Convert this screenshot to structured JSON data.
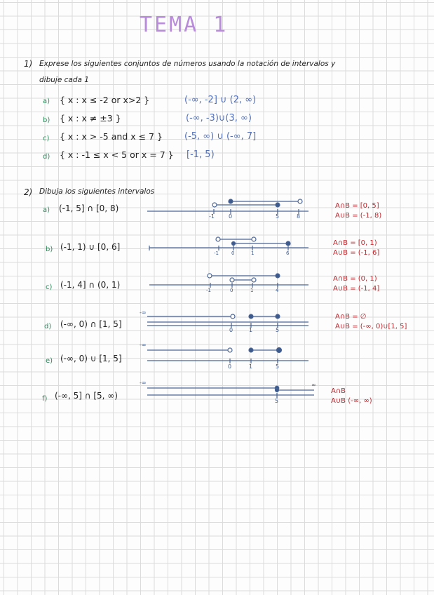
{
  "title": "TEMA 1",
  "q1": {
    "number": "1)",
    "prompt_line1": "Exprese los siguientes conjuntos de números usando la notación de intervalos y",
    "prompt_line2": "dibuje cada 1",
    "items": [
      {
        "label": "a)",
        "set": "{ x : x ≤ -2  or  x>2 }",
        "answer": "(-∞, -2] ∪ (2, ∞)"
      },
      {
        "label": "b)",
        "set": "{ x : x ≠ ±3 }",
        "answer": "(-∞, -3)∪(3, ∞)"
      },
      {
        "label": "c)",
        "set": "{ x : x > -5  and  x ≤ 7 }",
        "answer": "(-5, ∞) ∪ (-∞, 7]"
      },
      {
        "label": "d)",
        "set": "{ x : -1 ≤ x < 5  or  x = 7 }",
        "answer": "[-1, 5)"
      }
    ]
  },
  "q2": {
    "number": "2)",
    "prompt": "Dibuja los siguientes intervalos",
    "items": [
      {
        "label": "a)",
        "expr": "(-1, 5] ∩ [0, 8)",
        "ticks": [
          "-1",
          "0",
          "5",
          "8"
        ],
        "notes": [
          "A∩B = [0, 5]",
          "A∪B = (-1, 8)"
        ]
      },
      {
        "label": "b)",
        "expr": "(-1, 1) ∪ [0, 6]",
        "ticks": [
          "-1",
          "0",
          "1",
          "6"
        ],
        "notes": [
          "A∩B = [0, 1)",
          "A∪B = (-1, 6]"
        ]
      },
      {
        "label": "c)",
        "expr": "(-1, 4] ∩ (0, 1)",
        "ticks": [
          "-1",
          "0",
          "1",
          "4"
        ],
        "notes": [
          "A∩B = (0, 1)",
          "A∪B = (-1, 4]"
        ]
      },
      {
        "label": "d)",
        "expr": "(-∞, 0) ∩ [1, 5]",
        "ticks": [
          "0",
          "1",
          "5"
        ],
        "infinity": "-∞",
        "notes": [
          "A∩B = ∅",
          "A∪B = (-∞, 0)∪[1, 5]"
        ]
      },
      {
        "label": "e)",
        "expr": "(-∞, 0) ∪ [1, 5]",
        "ticks": [
          "0",
          "1",
          "5"
        ],
        "infinity": "-∞",
        "notes": []
      },
      {
        "label": "f)",
        "expr": "(-∞, 5] ∩ [5, ∞)",
        "ticks": [
          "5"
        ],
        "infinity": "-∞",
        "infinity_right": "∞",
        "notes": [
          "A∩B",
          "A∪B (-∞, ∞)"
        ]
      }
    ]
  }
}
